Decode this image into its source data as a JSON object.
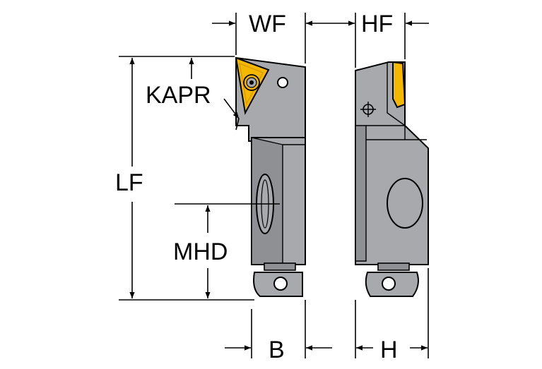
{
  "labels": {
    "wf": "WF",
    "hf": "HF",
    "kapr": "KAPR",
    "lf": "LF",
    "mhd": "MHD",
    "b": "B",
    "h": "H"
  },
  "colors": {
    "body": "#a7a9ac",
    "body_dark": "#8e9093",
    "insert": "#f5b800",
    "insert_dark": "#d99a00",
    "line": "#000000",
    "background": "#ffffff"
  },
  "icons": {
    "arrowhead": "arrowhead-icon",
    "screw": "insert-screw-icon",
    "crosshair": "center-mark-icon"
  }
}
